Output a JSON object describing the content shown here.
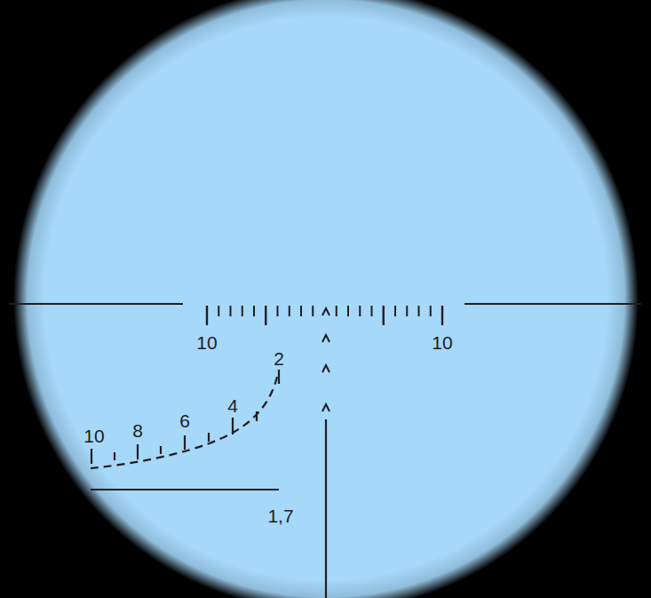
{
  "diagram": {
    "labels": [
      "10",
      "10",
      "2",
      "4",
      "6",
      "8",
      "10",
      "1,7"
    ]
  }
}
